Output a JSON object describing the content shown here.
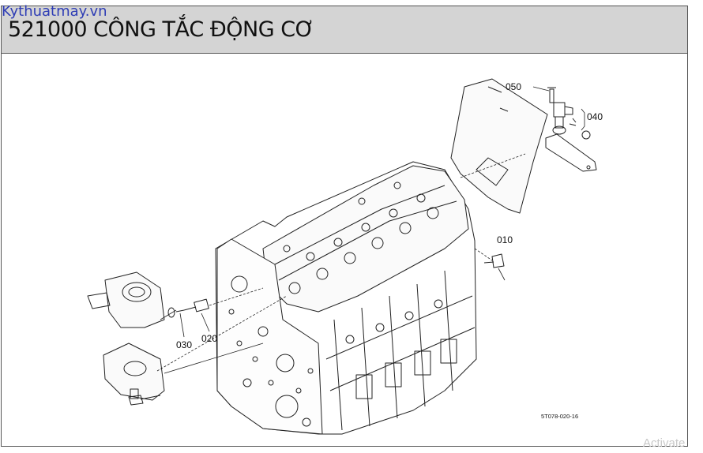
{
  "watermark": "Kythuatmay.vn",
  "title": "521000 CÔNG TẮC ĐỘNG CƠ",
  "callouts": {
    "p010": "010",
    "p020": "020",
    "p030": "030",
    "p040": "040",
    "p050": "050"
  },
  "drawing_code": "5T078-020-16",
  "os_overlay": "Activate",
  "colors": {
    "title_bar": "#d4d4d4",
    "watermark": "#2e3db5",
    "line": "#222222"
  }
}
